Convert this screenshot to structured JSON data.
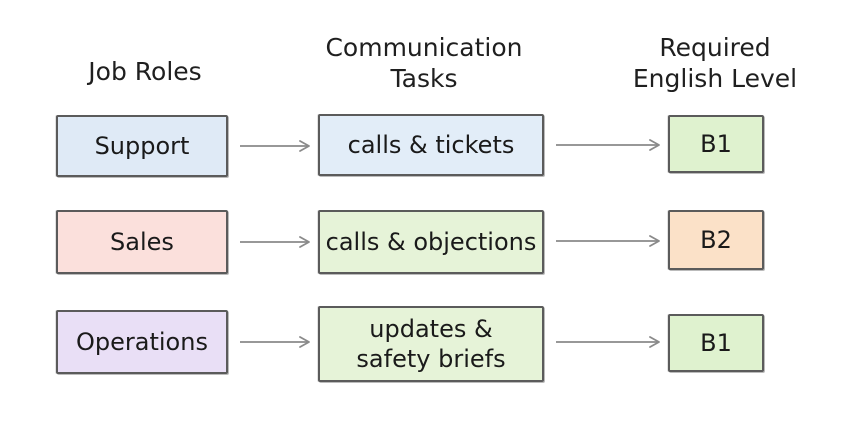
{
  "headers": {
    "roles": "Job Roles",
    "tasks": "Communication\nTasks",
    "level": "Required\nEnglish Level"
  },
  "rows": [
    {
      "role": "Support",
      "task": "calls & tickets",
      "level": "B1"
    },
    {
      "role": "Sales",
      "task": "calls & objections",
      "level": "B2"
    },
    {
      "role": "Operations",
      "task": "updates &\nsafety briefs",
      "level": "B1"
    }
  ],
  "colors": {
    "support_fill": "#dfeaf6",
    "sales_fill": "#fbe0dc",
    "operations_fill": "#e9dff6",
    "task_support_fill": "#e2edf8",
    "task_green_fill": "#e6f3d8",
    "level_green_fill": "#dff2cf",
    "level_orange_fill": "#fbe1c8",
    "arrow": "#8a8a8a"
  }
}
